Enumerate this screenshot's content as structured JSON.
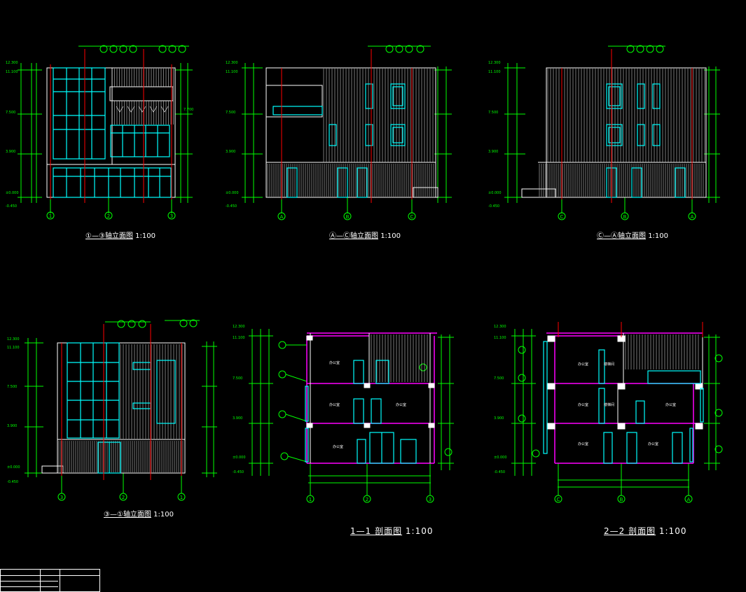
{
  "drawing": {
    "elevation_1_3": {
      "axis_labels": [
        "1",
        "2",
        "3"
      ],
      "caption_marks": "①—③",
      "caption": "轴立面图",
      "scale": "1:100"
    },
    "elevation_A_C": {
      "axis_labels": [
        "A",
        "B",
        "C"
      ],
      "caption_marks": "Ⓐ—Ⓒ",
      "caption": "轴立面图",
      "scale": "1:100"
    },
    "elevation_C_A": {
      "axis_labels": [
        "C",
        "B",
        "A"
      ],
      "caption_marks": "Ⓒ—Ⓐ",
      "caption": "轴立面图",
      "scale": "1:100"
    },
    "elevation_3_1": {
      "axis_labels": [
        "3",
        "2",
        "1"
      ],
      "caption_marks": "③—①",
      "caption": "轴立面图",
      "scale": "1:100"
    },
    "section_1_1": {
      "axis_labels": [
        "1",
        "2",
        "3"
      ],
      "caption": "1—1 剖面图",
      "scale": "1:100"
    },
    "section_2_2": {
      "axis_labels": [
        "C",
        "B",
        "A"
      ],
      "caption": "2—2 剖面图",
      "scale": "1:100"
    },
    "levels": [
      "12.300",
      "11.100",
      "7.500",
      "3.900",
      "±0.000",
      "-0.450"
    ],
    "room_label": "办公室",
    "stair_label": "楼梯间"
  },
  "colors": {
    "background": "#000000",
    "outline": "#ffffff",
    "dimension": "#00ff00",
    "window": "#00ffff",
    "axis": "#ff0000",
    "section": "#ff00ff"
  }
}
